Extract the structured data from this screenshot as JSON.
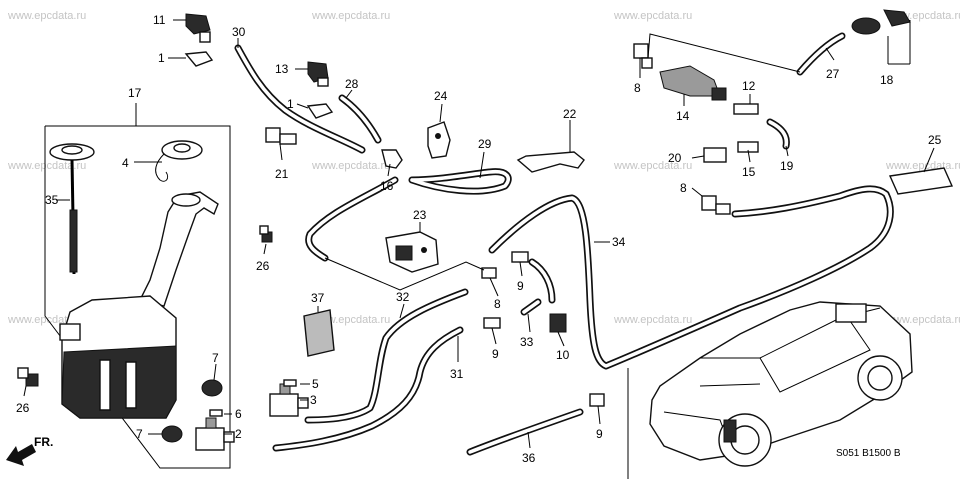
{
  "watermark": "www.epcdata.ru",
  "callouts": [
    {
      "id": "c11",
      "text": "11"
    },
    {
      "id": "c1a",
      "text": "1"
    },
    {
      "id": "c13",
      "text": "13"
    },
    {
      "id": "c1b",
      "text": "1"
    },
    {
      "id": "c30",
      "text": "30"
    },
    {
      "id": "c28",
      "text": "28"
    },
    {
      "id": "c17",
      "text": "17"
    },
    {
      "id": "c4",
      "text": "4"
    },
    {
      "id": "c35",
      "text": "35"
    },
    {
      "id": "c21",
      "text": "21"
    },
    {
      "id": "c24",
      "text": "24"
    },
    {
      "id": "c16",
      "text": "16"
    },
    {
      "id": "c29",
      "text": "29"
    },
    {
      "id": "c22",
      "text": "22"
    },
    {
      "id": "c23",
      "text": "23"
    },
    {
      "id": "c26a",
      "text": "26"
    },
    {
      "id": "c26b",
      "text": "26"
    },
    {
      "id": "c32",
      "text": "32"
    },
    {
      "id": "c37",
      "text": "37"
    },
    {
      "id": "c8a",
      "text": "8"
    },
    {
      "id": "c9a",
      "text": "9"
    },
    {
      "id": "c9b",
      "text": "9"
    },
    {
      "id": "c33",
      "text": "33"
    },
    {
      "id": "c10",
      "text": "10"
    },
    {
      "id": "c31",
      "text": "31"
    },
    {
      "id": "c7a",
      "text": "7"
    },
    {
      "id": "c7b",
      "text": "7"
    },
    {
      "id": "c5",
      "text": "5"
    },
    {
      "id": "c3",
      "text": "3"
    },
    {
      "id": "c6",
      "text": "6"
    },
    {
      "id": "c2",
      "text": "2"
    },
    {
      "id": "c34",
      "text": "34"
    },
    {
      "id": "c8b",
      "text": "8"
    },
    {
      "id": "c14",
      "text": "14"
    },
    {
      "id": "c12",
      "text": "12"
    },
    {
      "id": "c27",
      "text": "27"
    },
    {
      "id": "c18",
      "text": "18"
    },
    {
      "id": "c20",
      "text": "20"
    },
    {
      "id": "c15",
      "text": "15"
    },
    {
      "id": "c19",
      "text": "19"
    },
    {
      "id": "c8c",
      "text": "8"
    },
    {
      "id": "c25",
      "text": "25"
    },
    {
      "id": "c9c",
      "text": "9"
    },
    {
      "id": "c36",
      "text": "36"
    }
  ],
  "front_label": "FR.",
  "diagram_code": "S051  B1500 B"
}
